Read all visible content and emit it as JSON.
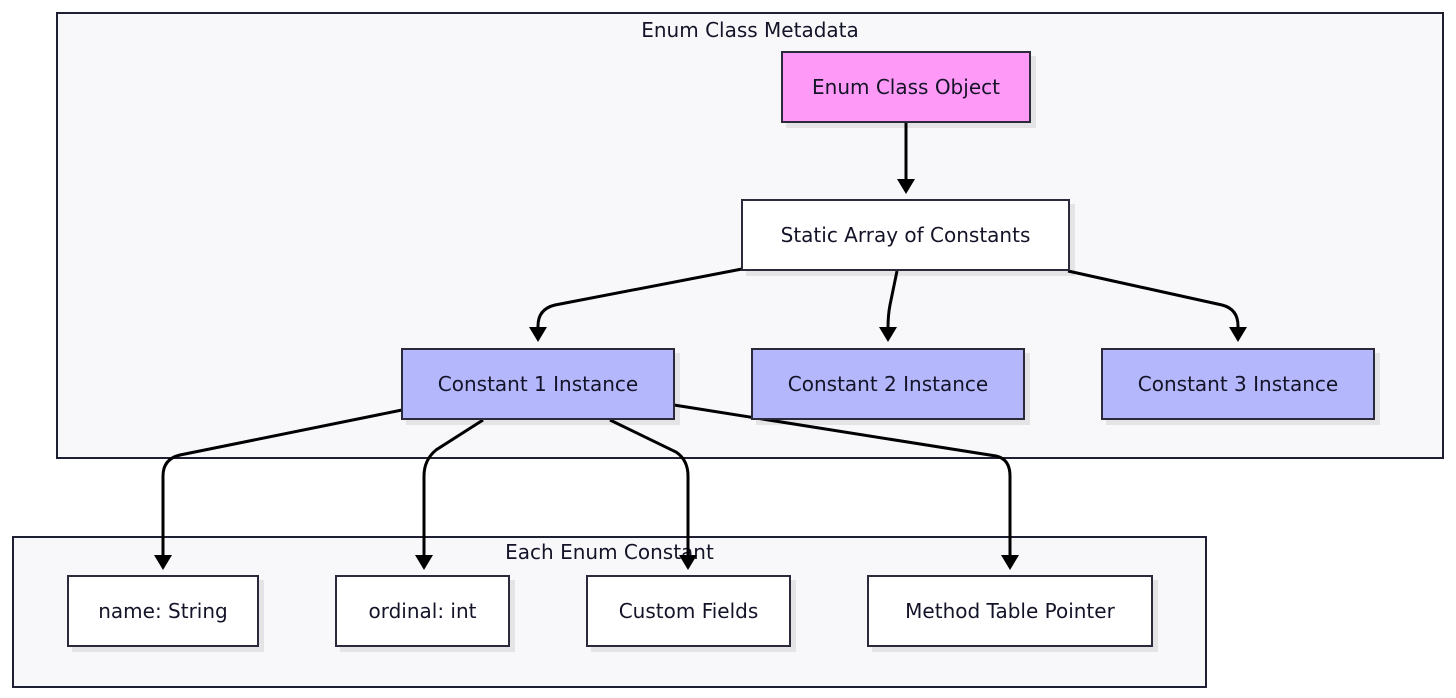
{
  "clusters": {
    "metadata": {
      "title": "Enum Class Metadata"
    },
    "constant": {
      "title": "Each Enum Constant"
    }
  },
  "nodes": {
    "enum_class_object": "Enum Class Object",
    "static_array": "Static Array of Constants",
    "constant_1": "Constant 1 Instance",
    "constant_2": "Constant 2 Instance",
    "constant_3": "Constant 3 Instance",
    "name_field": "name: String",
    "ordinal_field": "ordinal: int",
    "custom_fields": "Custom Fields",
    "method_table": "Method Table Pointer"
  },
  "colors": {
    "enum_class_object_fill": "#ff99f8",
    "constant_instance_fill": "#b4b7fb",
    "field_fill": "#ffffff",
    "cluster_fill": "#f8f8fb"
  }
}
